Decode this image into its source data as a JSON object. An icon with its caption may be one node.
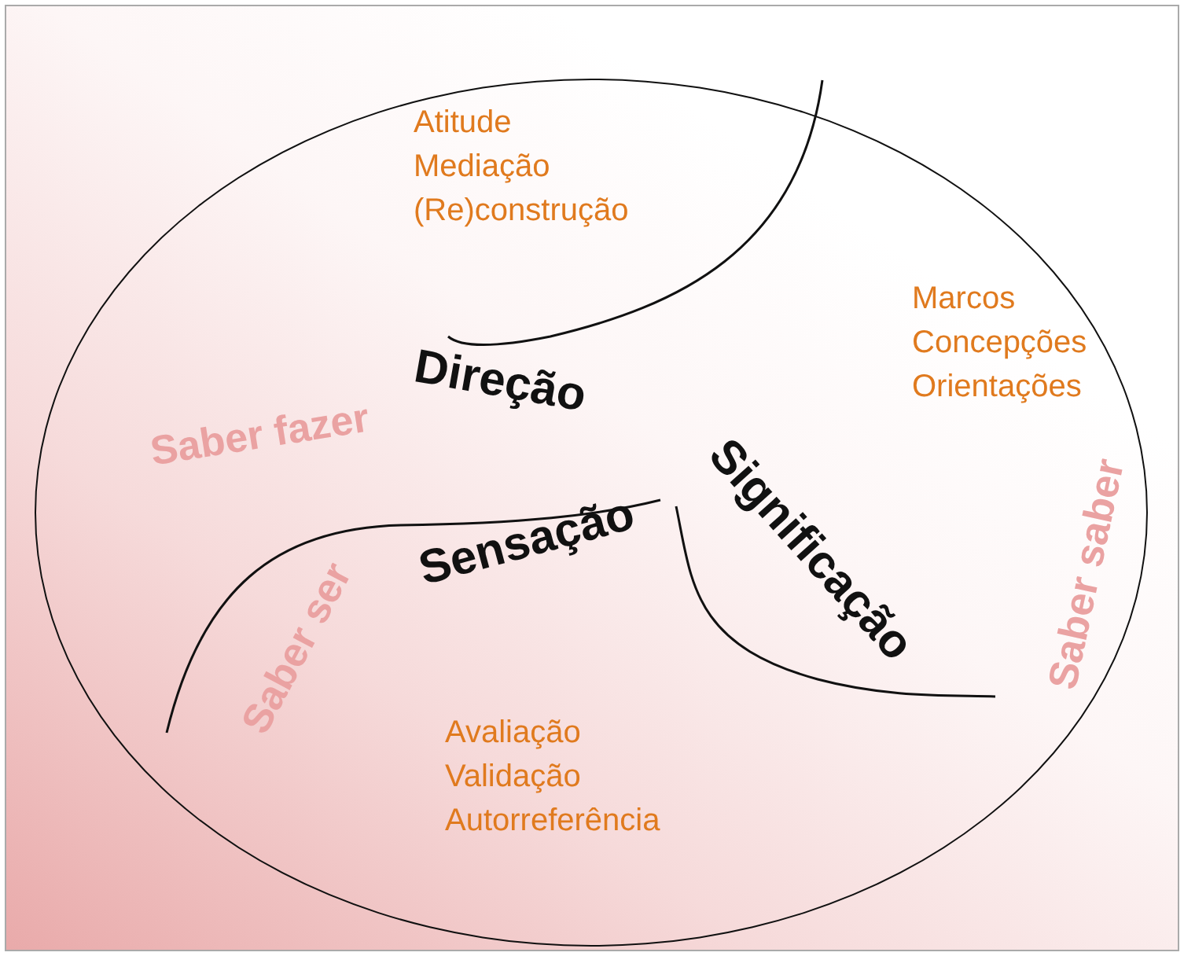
{
  "diagram": {
    "nodes": [
      {
        "text": [],
        "shape": "ellipse"
      }
    ],
    "labels": [
      "Atitude",
      "Mediação",
      "(Re)construção",
      "Marcos",
      "Concepções",
      "Orientações",
      "Direção",
      "Saber fazer",
      "Significação",
      "Sensação",
      "Saber saber",
      "Saber ser",
      "Avaliação",
      "Validação",
      "Autorreferência"
    ]
  }
}
